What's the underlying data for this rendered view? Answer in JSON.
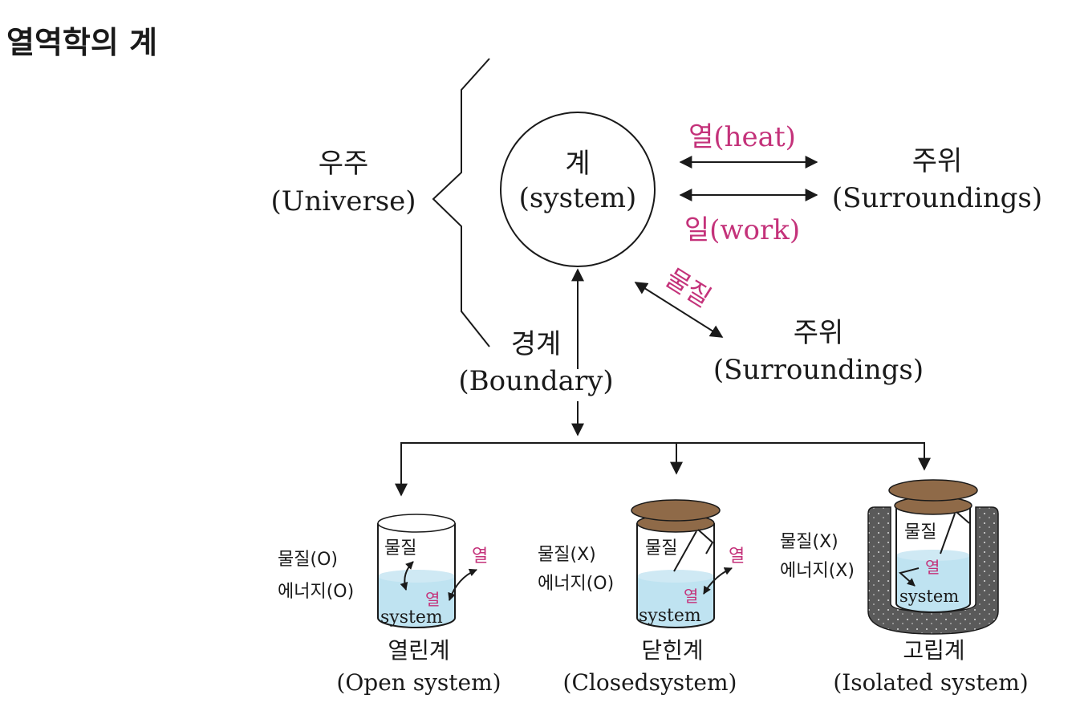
{
  "title": "열역학의 계",
  "universe": {
    "ko": "우주",
    "en": "(Universe)"
  },
  "system": {
    "ko": "계",
    "en": "(system)"
  },
  "heat_label": "열(heat)",
  "work_label": "일(work)",
  "matter_label": "물질",
  "surroundings_top": {
    "ko": "주위",
    "en": "(Surroundings)"
  },
  "surroundings_bottom": {
    "ko": "주위",
    "en": "(Surroundings)"
  },
  "boundary": {
    "ko": "경계",
    "en": "(Boundary)"
  },
  "open": {
    "matter_status": "물질(O)",
    "energy_status": "에너지(O)",
    "matter_in": "물질",
    "heat_out": "열",
    "heat_in": "열",
    "system": "system",
    "name_ko": "열린계",
    "name_en": "(Open system)"
  },
  "closed": {
    "matter_status": "물질(X)",
    "energy_status": "에너지(O)",
    "matter_in": "물질",
    "heat_out": "열",
    "heat_in": "열",
    "system": "system",
    "name_ko": "닫힌계",
    "name_en": "(Closedsystem)"
  },
  "isolated": {
    "matter_status": "물질(X)",
    "energy_status": "에너지(X)",
    "matter_in": "물질",
    "heat_in": "열",
    "system": "system",
    "name_ko": "고립계",
    "name_en": "(Isolated system)"
  },
  "colors": {
    "accent": "#c4327a",
    "water": "#bfe3f1",
    "lid": "#8f6a48",
    "insulation": "#5a5a5a"
  }
}
